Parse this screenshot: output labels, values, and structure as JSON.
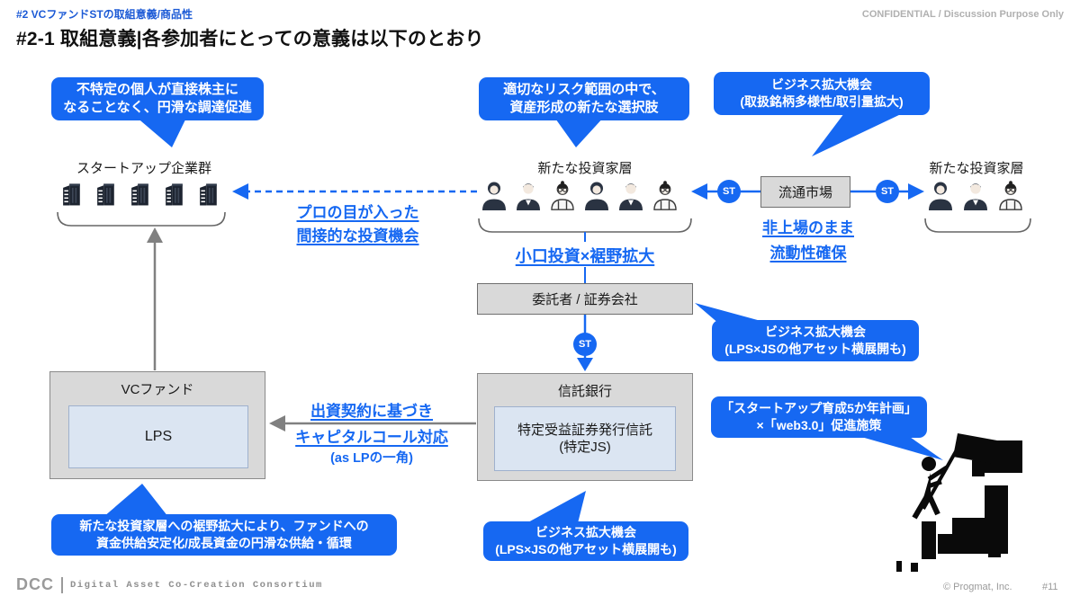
{
  "colors": {
    "accent": "#1668f2",
    "box_gray": "#d9d9d9",
    "inner_blue": "#dbe5f2"
  },
  "header": {
    "eyebrow": "#2 VCファンドSTの取組意義/商品性",
    "title": "#2-1 取組意義|各参加者にとっての意義は以下のとおり",
    "confidential": "CONFIDENTIAL / Discussion Purpose Only"
  },
  "callouts": {
    "issuer_benefit": "不特定の個人が直接株主に\nなることなく、円滑な調達促進",
    "investor_benefit": "適切なリスク範囲の中で、\n資産形成の新たな選択肢",
    "market_benefit": "ビジネス拡大機会\n(取扱銘柄多様性/取引量拡大)",
    "broker_benefit": "ビジネス拡大機会\n(LPS×JSの他アセット横展開も)",
    "policy": "「スタートアップ育成5か年計画」\n×「web3.0」促進施策",
    "fund_benefit": "新たな投資家層への裾野拡大により、ファンドへの\n資金供給安定化/成長資金の円滑な供給・循環",
    "trust_benefit": "ビジネス拡大機会\n(LPS×JSの他アセット横展開も)"
  },
  "groups": {
    "startups": {
      "label": "スタートアップ企業群",
      "icon": "building-icon",
      "count": 5
    },
    "new_investors_center": {
      "label": "新たな投資家層",
      "icons": [
        "woman",
        "man",
        "elder",
        "woman",
        "man",
        "elder"
      ]
    },
    "new_investors_right": {
      "label": "新たな投資家層",
      "icons": [
        "woman",
        "man",
        "elder"
      ]
    }
  },
  "boxes": {
    "market": "流通市場",
    "broker": "委託者 / 証券会社",
    "trust_bank": "信託銀行",
    "trust_product": "特定受益証券発行信託\n(特定JS)",
    "vc_fund": "VCファンド",
    "lps": "LPS"
  },
  "annotations": {
    "indirect_invest": "プロの目が入った\n間接的な投資機会",
    "small_lot": "小口投資×裾野拡大",
    "unlisted_liquidity": "非上場のまま\n流動性確保",
    "capital_call": "出資契約に基づき\nキャピタルコール対応",
    "capital_call_note": "(as LPの一角)",
    "st_badge": "ST"
  },
  "footer": {
    "logo": "DCC",
    "logo_sub": "Digital Asset Co-Creation Consortium",
    "copyright": "© Progmat, Inc.",
    "page": "#11"
  }
}
